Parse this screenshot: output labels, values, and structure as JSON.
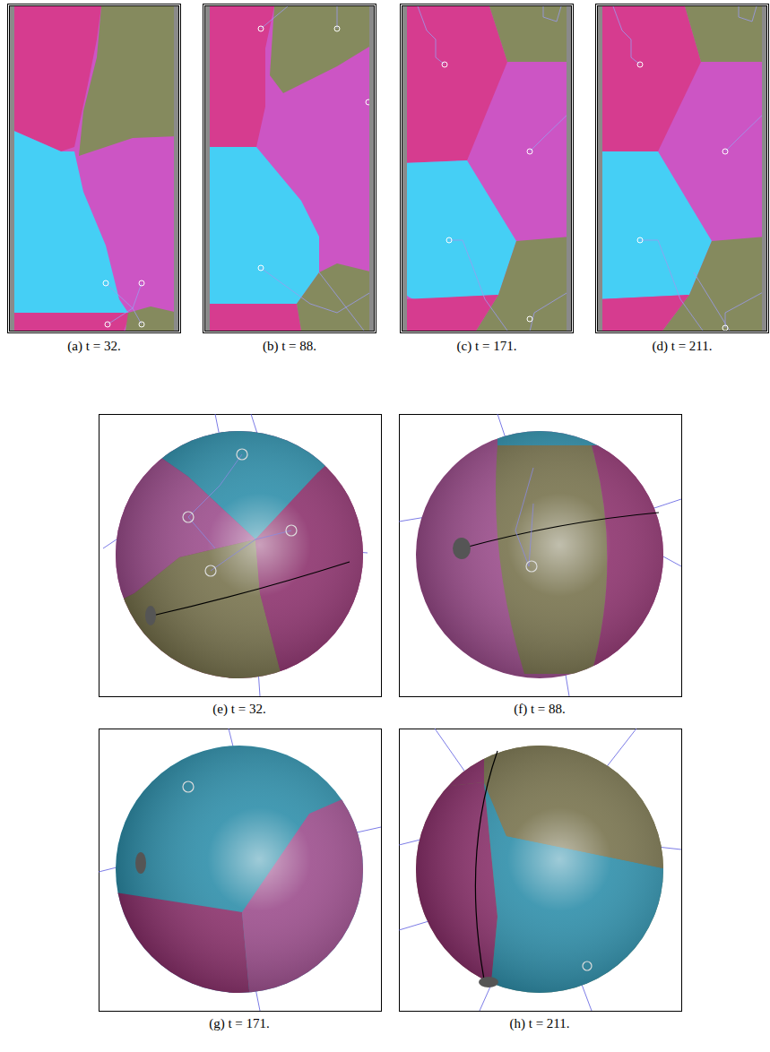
{
  "diagram": {
    "labels": [
      "(a) t = 32.",
      "(b) t = 88.",
      "(c) t = 171.",
      "(d) t = 211.",
      "(e) t = 32.",
      "(f) t = 88.",
      "(g) t = 171.",
      "(h) t = 211."
    ]
  }
}
